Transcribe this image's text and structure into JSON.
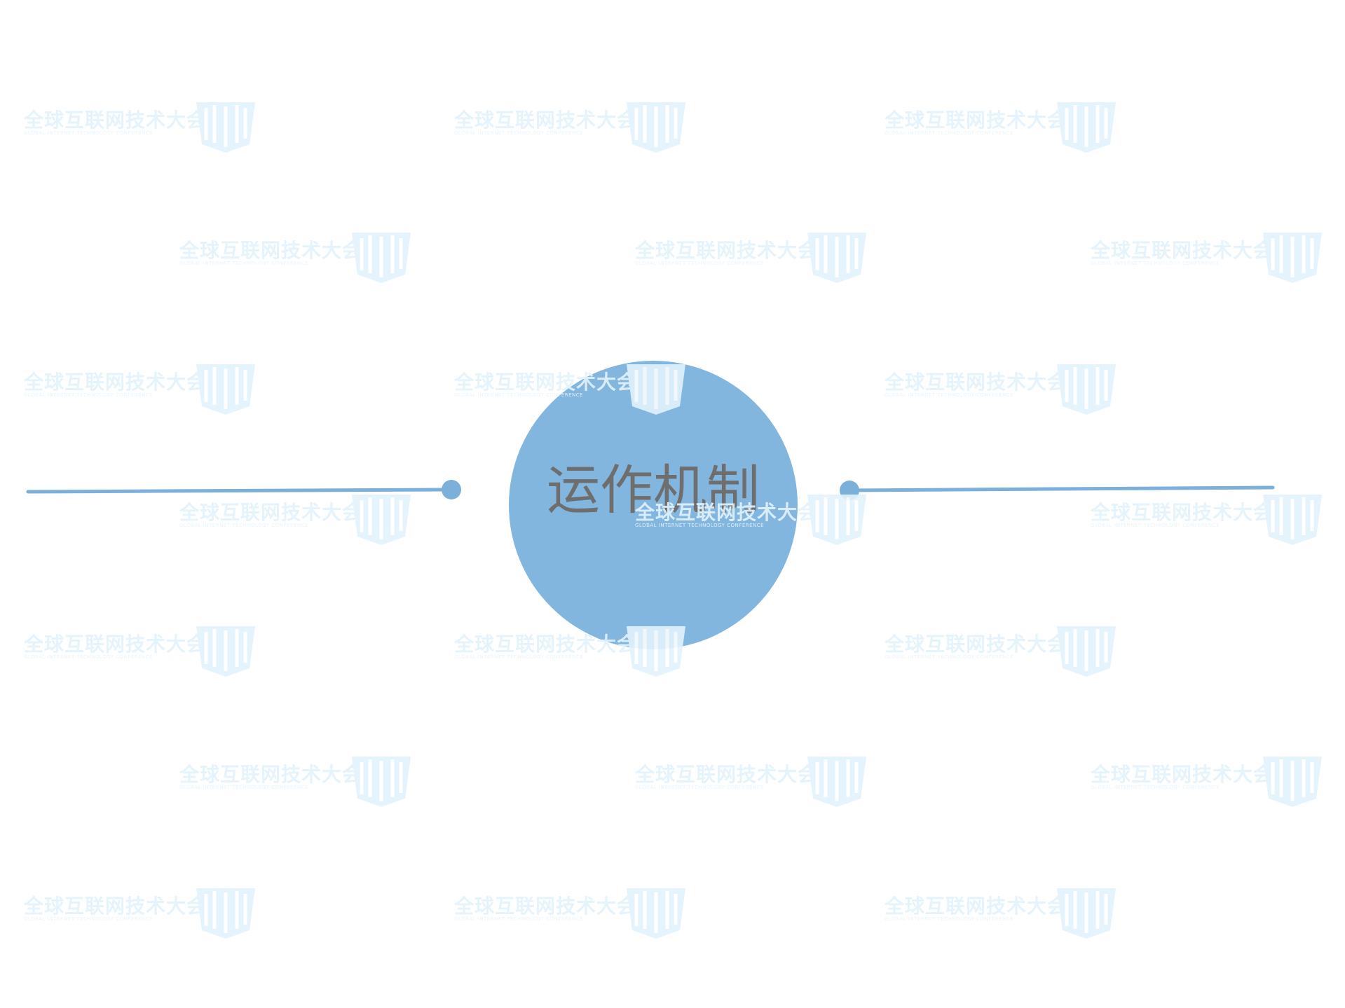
{
  "center": {
    "label": "运作机制"
  },
  "watermark": {
    "text": "全球互联网技术大会",
    "subtext": "GLOBAL INTERNET TECHNOLOGY CONFERENCE",
    "logo_icon": "gitc-logo-icon"
  },
  "colors": {
    "circle": "#82b6de",
    "line": "#7bb0da",
    "text": "#6e6e6e",
    "watermark": "#e3f2fc",
    "background": "#ffffff"
  }
}
